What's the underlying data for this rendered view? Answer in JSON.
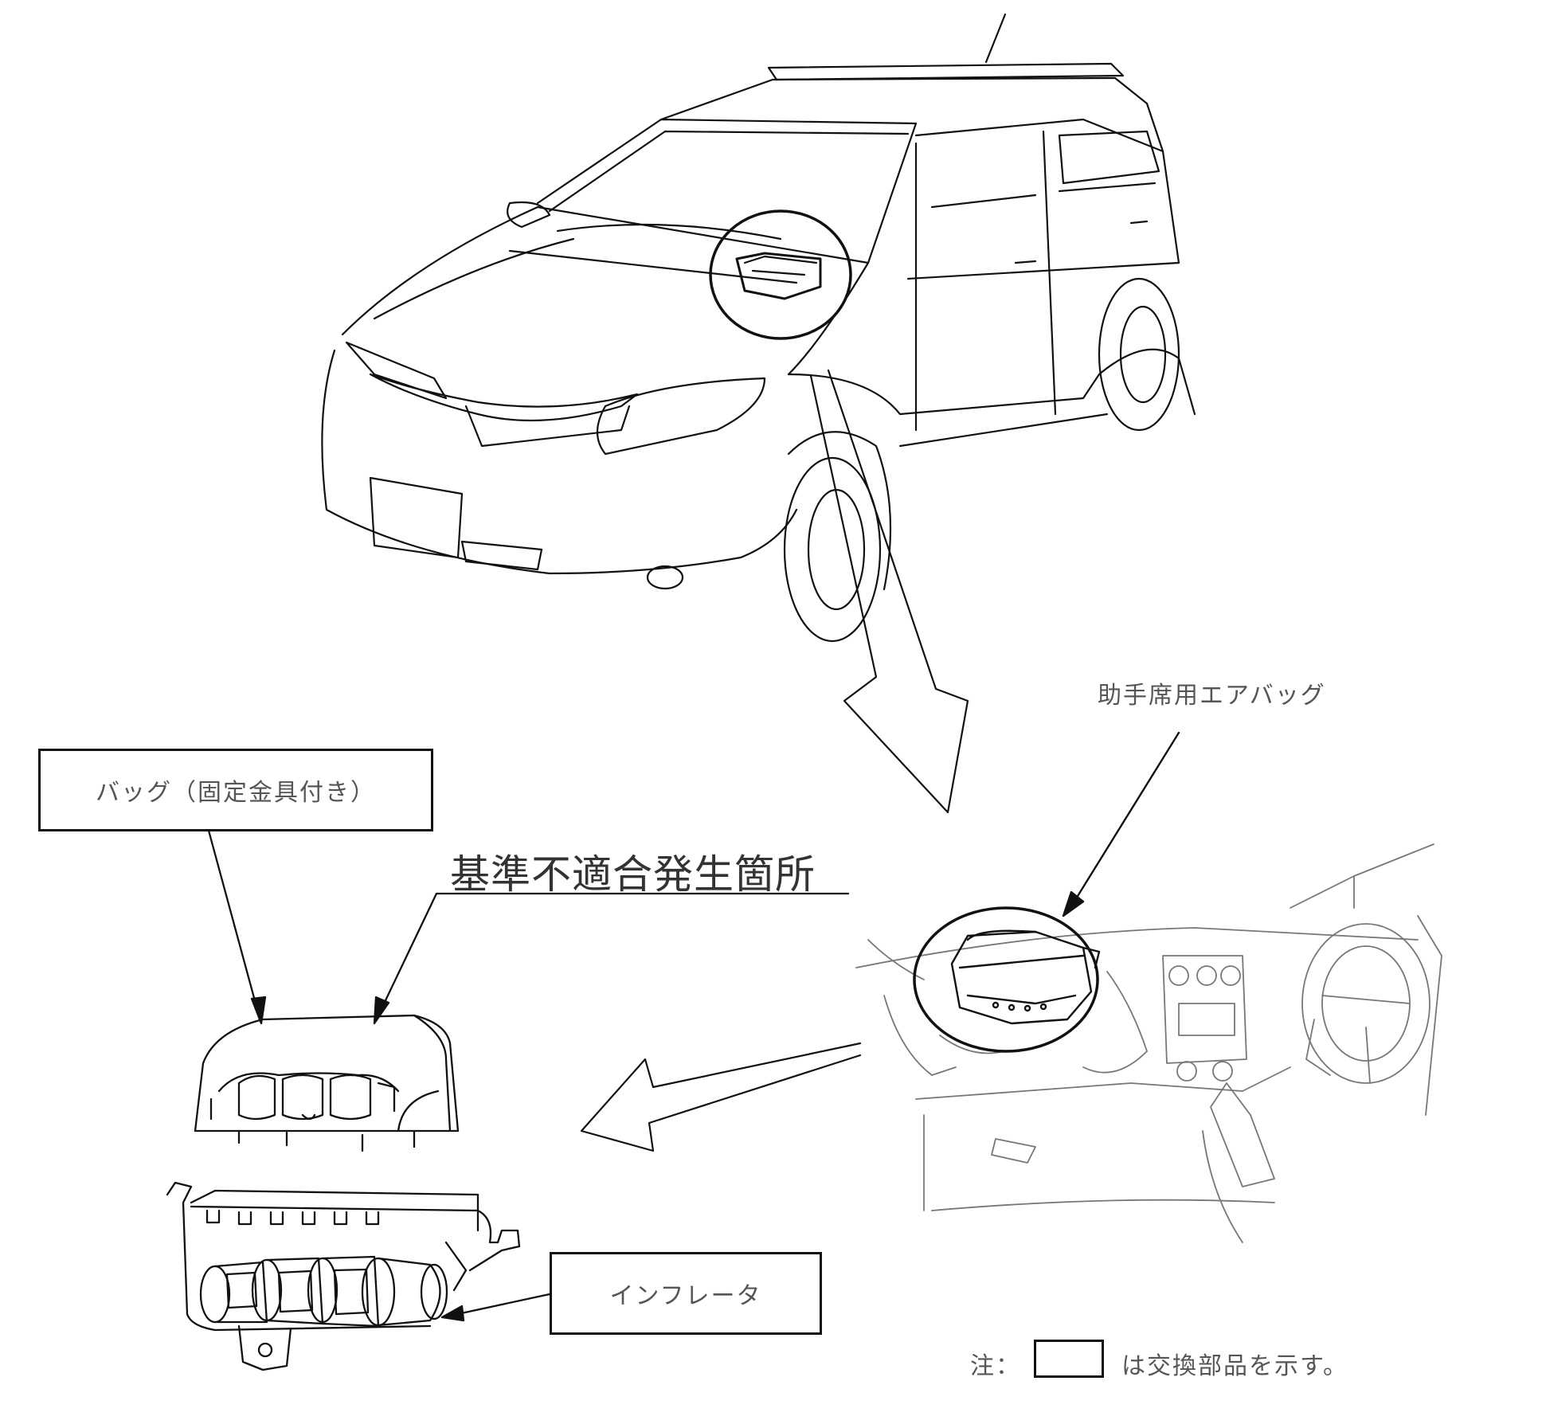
{
  "labels": {
    "passenger_airbag": "助手席用エアバッグ",
    "bag_with_fittings": "バッグ（固定金具付き）",
    "nonconformity_location": "基準不適合発生箇所",
    "inflator": "インフレータ",
    "note_prefix": "注：",
    "note_suffix": "は交換部品を示す。"
  },
  "colors": {
    "line": "#111111",
    "light_line": "#777777",
    "background": "#ffffff"
  }
}
